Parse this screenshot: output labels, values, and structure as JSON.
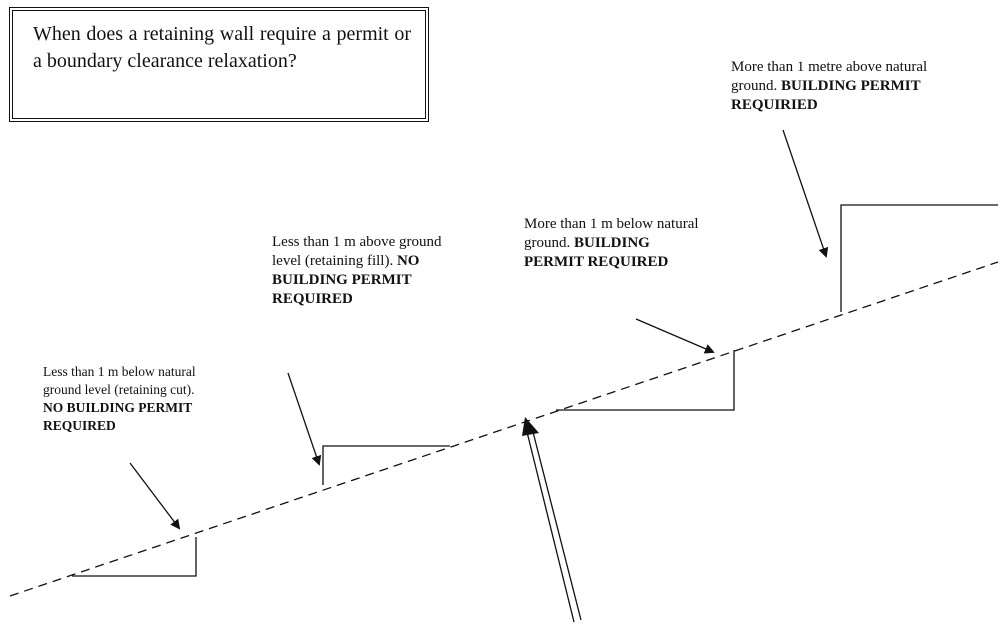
{
  "title": "When does a retaining wall require a permit or a boundary clearance relaxation?",
  "labels": {
    "cut_below": {
      "text": "Less than 1 m below natural ground level (retaining cut).",
      "bold": "NO BUILDING PERMIT REQUIRED"
    },
    "fill_above": {
      "text": "Less than 1 m above ground level (retaining fill).",
      "bold": "NO BUILDING PERMIT REQUIRED"
    },
    "cut_more": {
      "text": "More than 1 m below natural ground.",
      "bold": "BUILDING PERMIT REQUIRED"
    },
    "fill_more": {
      "text": "More than 1 metre above natural ground.",
      "bold": "BUILDING PERMIT REQUIRIED"
    }
  }
}
